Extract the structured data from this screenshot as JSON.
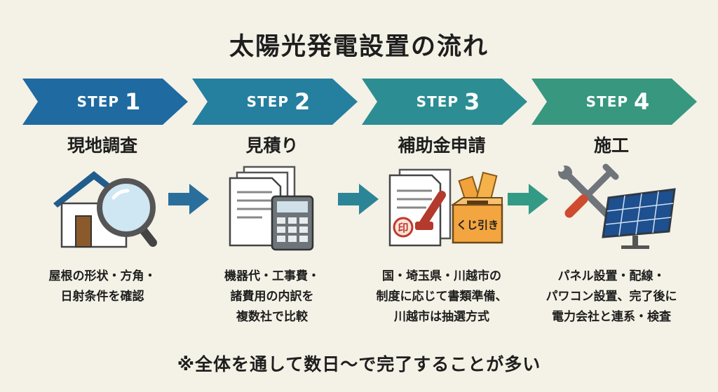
{
  "title": "太陽光発電設置の流れ",
  "steps": [
    {
      "step_word": "STEP",
      "step_num": "1",
      "title": "現地調査",
      "icon": "house-magnifier-icon",
      "color": "#1f6aa0",
      "desc_lines": [
        "屋根の形状・方角・",
        "日射条件を確認"
      ]
    },
    {
      "step_word": "STEP",
      "step_num": "2",
      "title": "見積り",
      "icon": "documents-calculator-icon",
      "color": "#257f9f",
      "desc_lines": [
        "機器代・工事費・",
        "諸費用の内訳を",
        "複数社で比較"
      ]
    },
    {
      "step_word": "STEP",
      "step_num": "3",
      "title": "補助金申請",
      "icon": "application-lottery-box-icon",
      "color": "#2c8e93",
      "desc_lines": [
        "国・埼玉県・川越市の",
        "制度に応じて書類準備、",
        "川越市は抽選方式"
      ]
    },
    {
      "step_word": "STEP",
      "step_num": "4",
      "title": "施工",
      "icon": "tools-solar-panel-icon",
      "color": "#37977f",
      "desc_lines": [
        "パネル設置・配線・",
        "パワコン設置、完了後に",
        "電力会社と連系・検査"
      ]
    }
  ],
  "lottery_box_label": "くじ引き",
  "stamp_text": "印",
  "footer": "※全体を通して数日〜で完了することが多い"
}
